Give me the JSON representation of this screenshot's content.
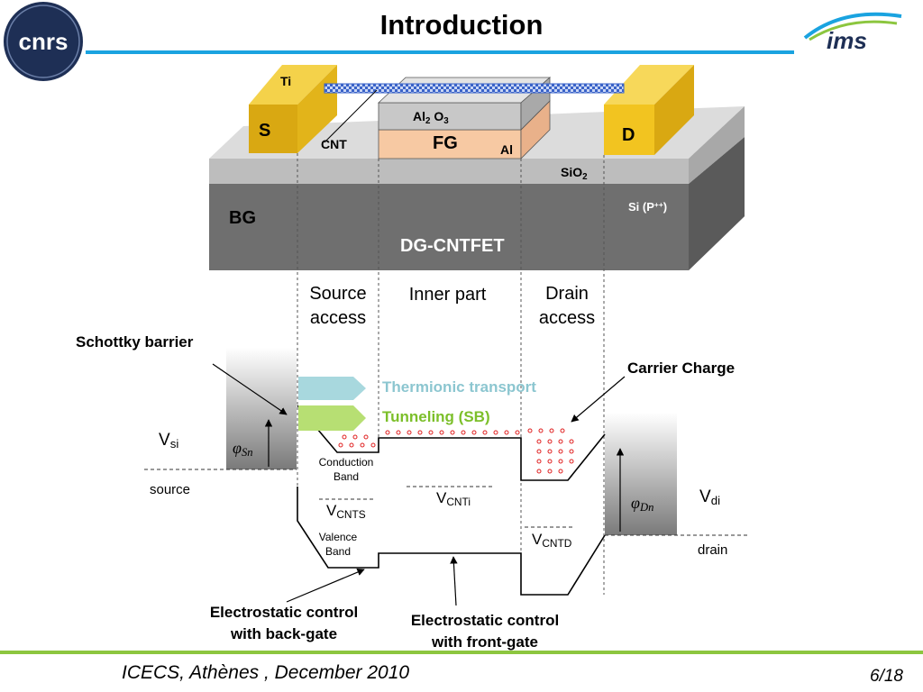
{
  "title": "Introduction",
  "logos": {
    "left": "cnrs",
    "right": "ims"
  },
  "device": {
    "ti": "Ti",
    "source": "S",
    "drain": "D",
    "cnt": "CNT",
    "al2o3": {
      "base": "Al",
      "sub1": "2",
      "mid": " O",
      "sub2": "3"
    },
    "fg": "FG",
    "al": "Al",
    "sio2": {
      "base": "SiO",
      "sub": "2"
    },
    "si": {
      "base": "Si (P",
      "sup": "++",
      "end": ")"
    },
    "bg": "BG",
    "name": "DG-CNTFET"
  },
  "regions": {
    "source_access_1": "Source",
    "source_access_2": "access",
    "inner": "Inner part",
    "drain_access_1": "Drain",
    "drain_access_2": "access"
  },
  "band": {
    "schottky": "Schottky barrier",
    "carrier": "Carrier Charge",
    "thermionic": "Thermionic transport",
    "tunneling": "Tunneling (SB)",
    "vsi": {
      "base": "V",
      "sub": "si"
    },
    "vdi": {
      "base": "V",
      "sub": "di"
    },
    "phi_sn": {
      "base": "φ",
      "sub": "Sn"
    },
    "phi_dn": {
      "base": "φ",
      "sub": "Dn"
    },
    "source": "source",
    "drain": "drain",
    "cb1": "Conduction",
    "cb2": "Band",
    "vb1": "Valence",
    "vb2": "Band",
    "vcnts": {
      "base": "V",
      "sub": "CNTS"
    },
    "vcnti": {
      "base": "V",
      "sub": "CNTi"
    },
    "vcntd": {
      "base": "V",
      "sub": "CNTD"
    },
    "back1": "Electrostatic control",
    "back2": "with back-gate",
    "front1": "Electrostatic control",
    "front2": "with front-gate"
  },
  "colors": {
    "title_line": "#1aa3e0",
    "footer_line": "#8cc63f",
    "gold": "#f0c020",
    "fg": "#f7c9a3",
    "thermionic": "#a8d8de",
    "tunneling": "#b7df73",
    "carrier": "#e02020"
  },
  "footer": {
    "left": "ICECS, Athènes , December 2010",
    "right": "6/18"
  }
}
